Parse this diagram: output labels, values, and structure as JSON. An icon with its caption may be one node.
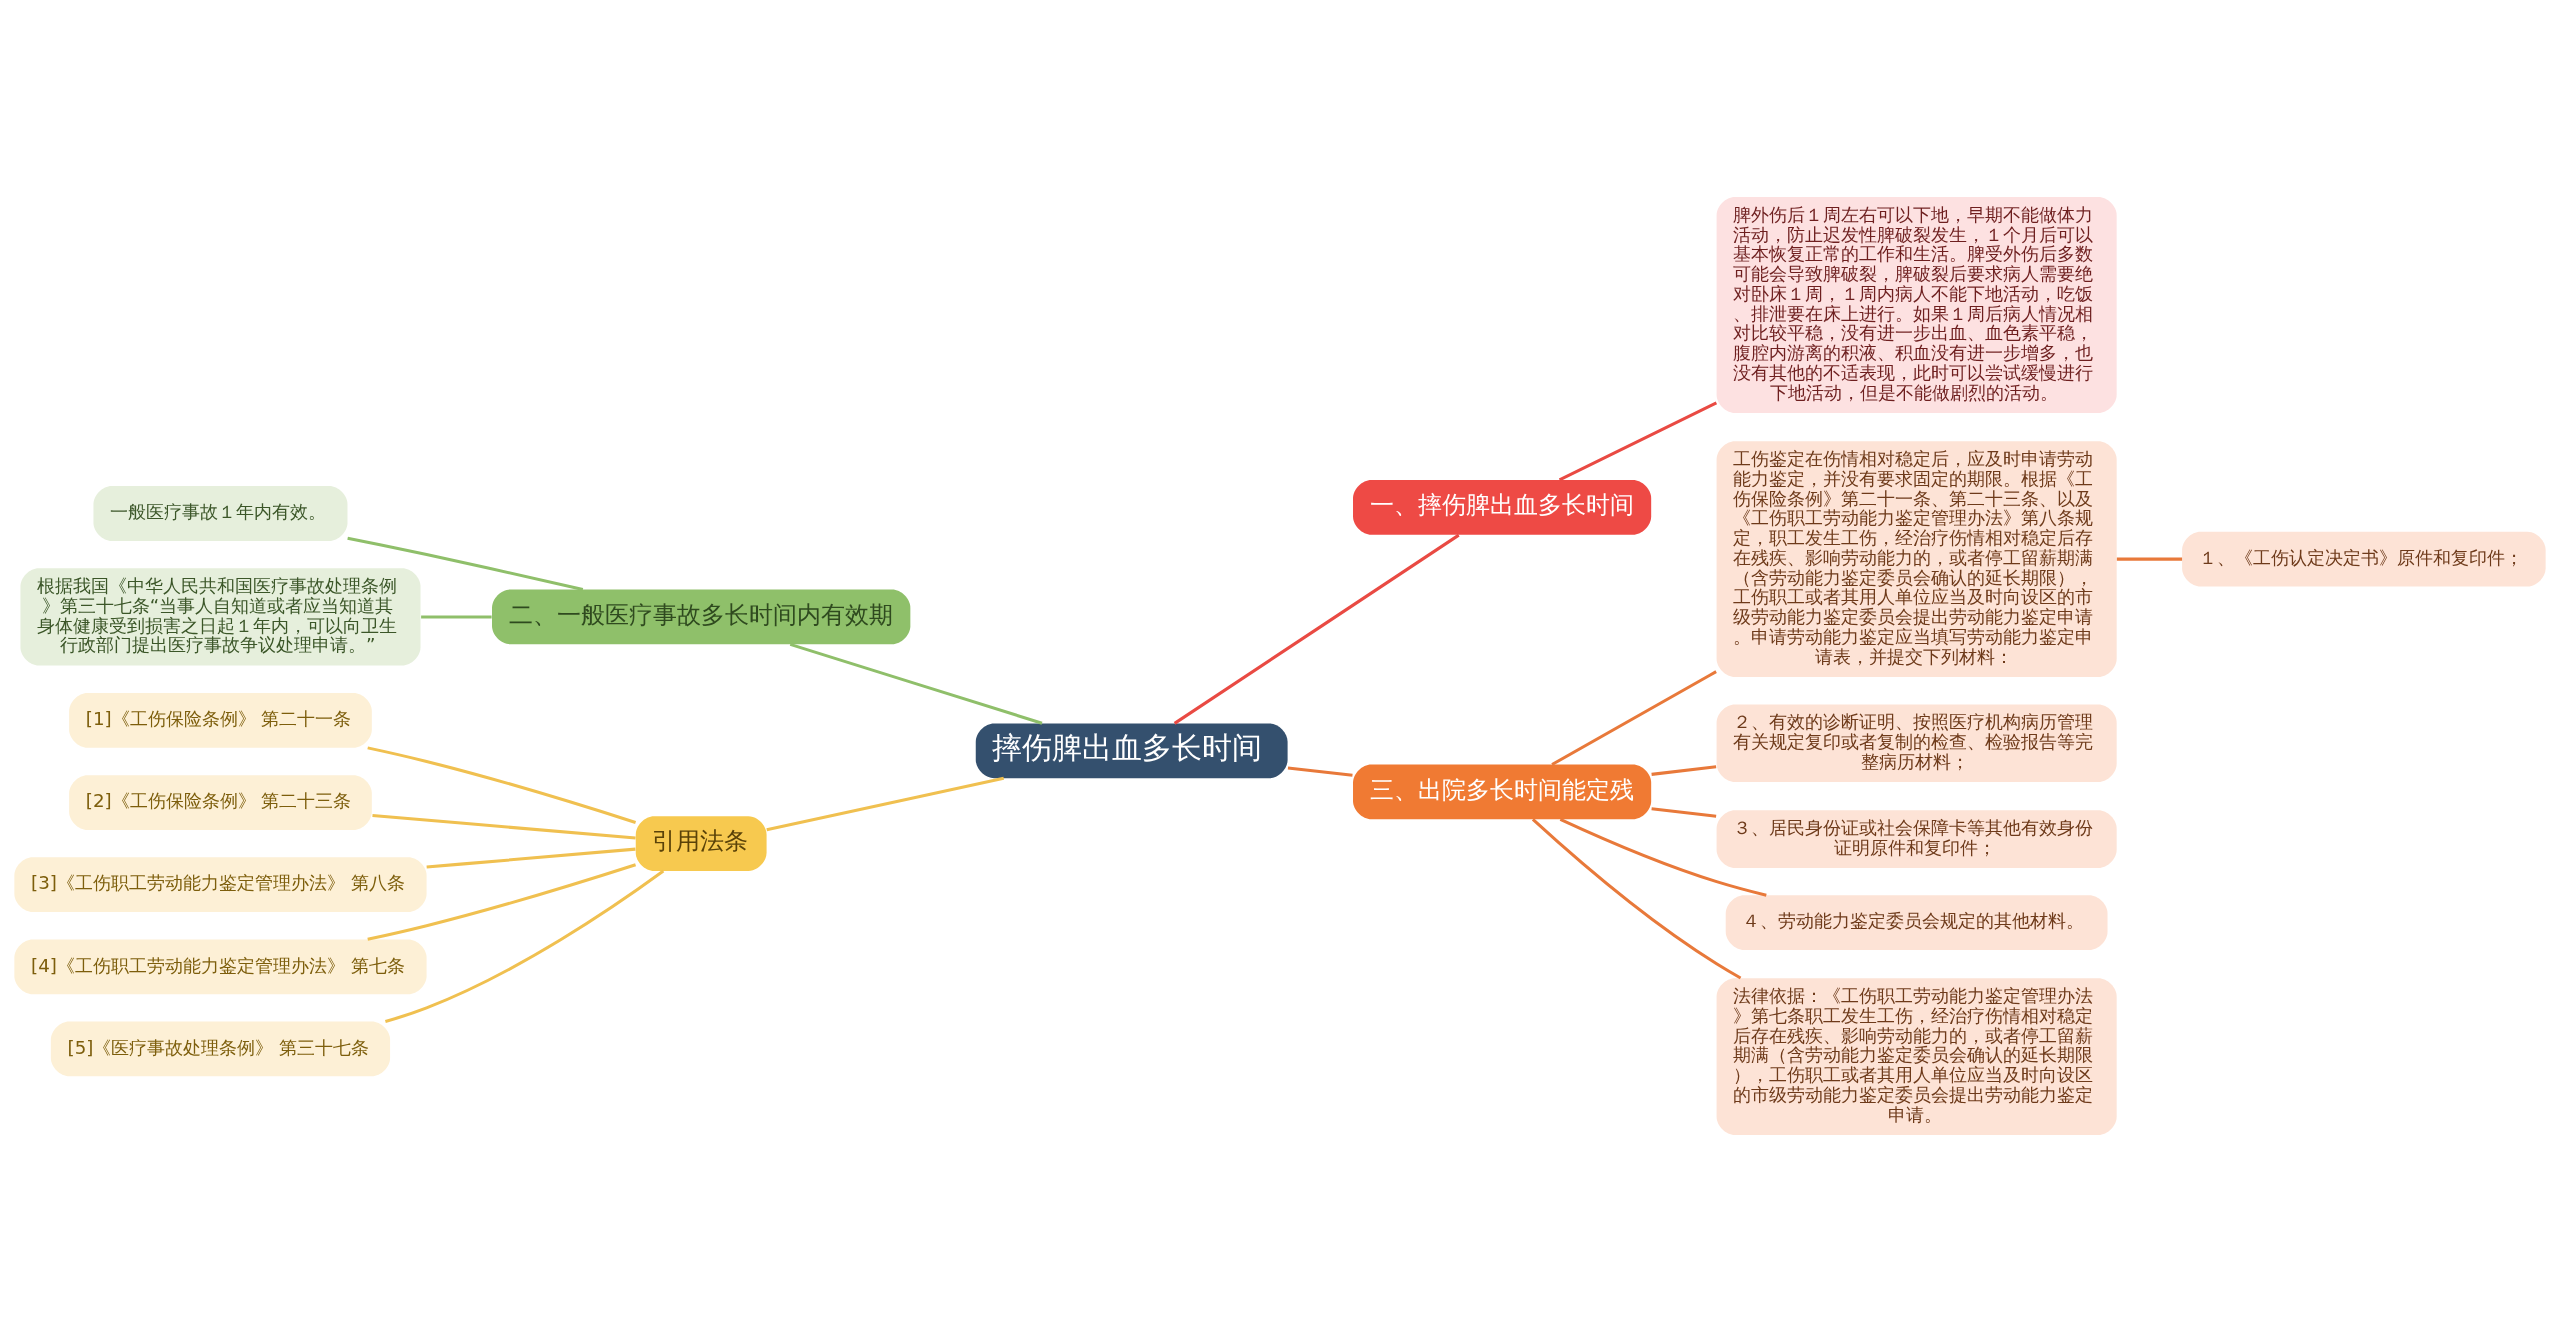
{
  "diagram": {
    "nodes": [
      {
        "text": [
          "摔伤脾出血多长时间"
        ]
      },
      {
        "text": [
          "一、摔伤脾出血多长时间"
        ]
      },
      {
        "text": [
          "脾外伤后１周左右可以下地，早期不能做体力活动，防止迟发性脾破裂发生，１个月后可以基本恢复正常的工作和生活。脾受外伤后多数可能会导致脾破裂，脾破裂后要求病人需要绝对卧床１周，１周内病人不能下地活动，吃饭、排泄要在床上进行。如果１周后病人情况相对比较平稳，没有进一步出血、血色素平稳，腹腔内游离的积液、积血没有进一步增多，也没有其他的不适表现，此时可以尝试缓慢进行下地活动，但是不能做剧烈的活动。"
        ]
      },
      {
        "text": [
          "三、出院多长时间能定残"
        ]
      },
      {
        "text": [
          "工伤鉴定在伤情相对稳定后，应及时申请劳动能力鉴定，并没有要求固定的期限。根据《工伤保险条例》第二十一条、第二十三条、以及《工伤职工劳动能力鉴定管理办法》第八条规定，职工发生工伤，经治疗伤情相对稳定后存在残疾、影响劳动能力的，或者停工留薪期满（含劳动能力鉴定委员会确认的延长期限），工伤职工或者其用人单位应当及时向设区的市级劳动能力鉴定委员会提出劳动能力鉴定申请。申请劳动能力鉴定应当填写劳动能力鉴定申请表，并提交下列材料："
        ]
      },
      {
        "text": [
          "１、《工伤认定决定书》原件和复印件；"
        ]
      },
      {
        "text": [
          "２、有效的诊断证明、按照医疗机构病历管理有关规定复印或者复制的检查、检验报告等完整病历材料；"
        ]
      },
      {
        "text": [
          "３、居民身份证或社会保障卡等其他有效身份证明原件和复印件；"
        ]
      },
      {
        "text": [
          "４、劳动能力鉴定委员会规定的其他材料。"
        ]
      },
      {
        "text": [
          "法律依据：《工伤职工劳动能力鉴定管理办法》第七条职工发生工伤，经治疗伤情相对稳定后存在残疾、影响劳动能力的，或者停工留薪期满（含劳动能力鉴定委员会确认的延长期限），工伤职工或者其用人单位应当及时向设区的市级劳动能力鉴定委员会提出劳动能力鉴定申请。"
        ]
      },
      {
        "text": [
          "二、一般医疗事故多长时间内有效期"
        ]
      },
      {
        "text": [
          "一般医疗事故１年内有效。"
        ]
      },
      {
        "text": [
          "根据我国《中华人民共和国医疗事故处理条例》第三十七条“当事人自知道或者应当知道其身体健康受到损害之日起１年内，可以向卫生行政部门提出医疗事故争议处理申请。”"
        ]
      },
      {
        "text": [
          "引用法条"
        ]
      },
      {
        "text": [
          "[1]《工伤保险条例》 第二十一条"
        ]
      },
      {
        "text": [
          "[2]《工伤保险条例》 第二十三条"
        ]
      },
      {
        "text": [
          "[3]《工伤职工劳动能力鉴定管理办法》 第八条"
        ]
      },
      {
        "text": [
          "[4]《工伤职工劳动能力鉴定管理办法》 第七条"
        ]
      },
      {
        "text": [
          "[5]《医疗事故处理条例》 第三十七条"
        ]
      }
    ],
    "edges": [
      {
        "from": 0,
        "to": 1,
        "arrow": "none",
        "color": "#e94a43"
      },
      {
        "from": 1,
        "to": 2,
        "arrow": "none",
        "color": "#e94a43"
      },
      {
        "from": 0,
        "to": 3,
        "arrow": "none",
        "color": "#e8793a"
      },
      {
        "from": 3,
        "to": 4,
        "arrow": "none",
        "color": "#e8793a"
      },
      {
        "from": 4,
        "to": 5,
        "arrow": "none",
        "color": "#e8793a"
      },
      {
        "from": 3,
        "to": 6,
        "arrow": "none",
        "color": "#e8793a"
      },
      {
        "from": 3,
        "to": 7,
        "arrow": "none",
        "color": "#e8793a"
      },
      {
        "from": 3,
        "to": 8,
        "arrow": "none",
        "color": "#e8793a"
      },
      {
        "from": 3,
        "to": 9,
        "arrow": "none",
        "color": "#e8793a"
      },
      {
        "from": 0,
        "to": 10,
        "arrow": "none",
        "color": "#8fbf6a"
      },
      {
        "from": 10,
        "to": 11,
        "arrow": "none",
        "color": "#8fbf6a"
      },
      {
        "from": 10,
        "to": 12,
        "arrow": "none",
        "color": "#8fbf6a"
      },
      {
        "from": 0,
        "to": 13,
        "arrow": "none",
        "color": "#f0c050"
      },
      {
        "from": 13,
        "to": 14,
        "arrow": "none",
        "color": "#f0c050"
      },
      {
        "from": 13,
        "to": 15,
        "arrow": "none",
        "color": "#f0c050"
      },
      {
        "from": 13,
        "to": 16,
        "arrow": "none",
        "color": "#f0c050"
      },
      {
        "from": 13,
        "to": 17,
        "arrow": "none",
        "color": "#f0c050"
      },
      {
        "from": 13,
        "to": 18,
        "arrow": "none",
        "color": "#f0c050"
      }
    ]
  }
}
